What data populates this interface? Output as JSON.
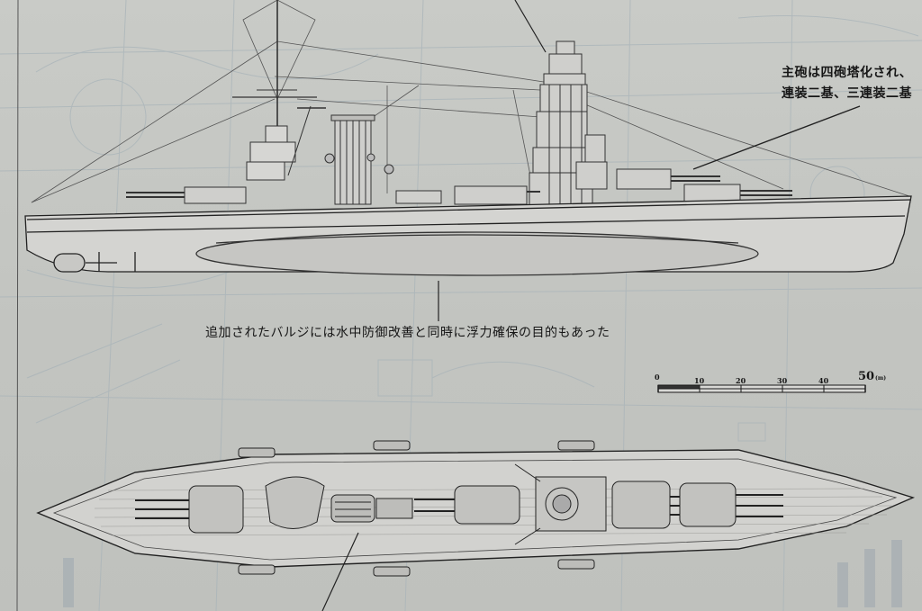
{
  "annotations": {
    "main_guns": {
      "line1": "主砲は四砲塔化され、",
      "line2": "連装二基、三連装二基"
    },
    "bulge": "追加されたバルジには水中防御改善と同時に浮力確保の目的もあった"
  },
  "scale_bar": {
    "labels": [
      "0",
      "10",
      "20",
      "30",
      "40",
      "50"
    ],
    "unit": "(m)"
  }
}
